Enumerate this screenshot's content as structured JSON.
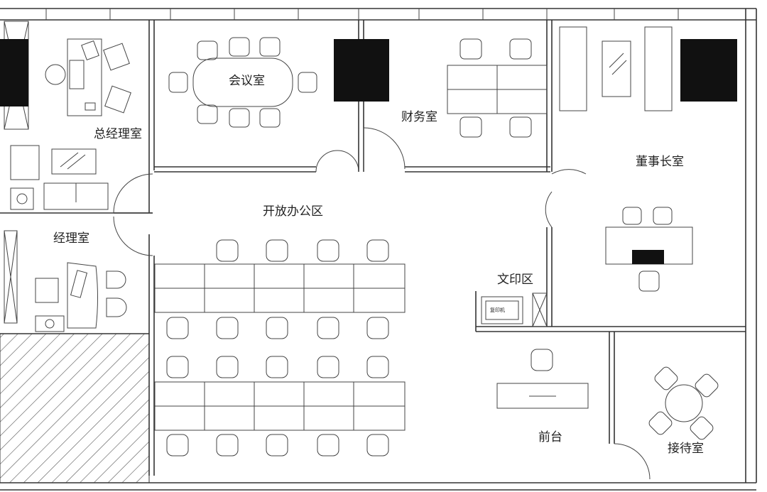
{
  "rooms": {
    "general_manager": "总经理室",
    "meeting": "会议室",
    "finance": "财务室",
    "chairman": "董事长室",
    "open_office": "开放办公区",
    "manager": "经理室",
    "print_area": "文印区",
    "front_desk": "前台",
    "reception": "接待室"
  },
  "devices": {
    "copier": "复印机"
  },
  "colors": {
    "walls": "#333333",
    "furniture": "#444444",
    "tv_panels": "#111111",
    "background": "#ffffff"
  }
}
